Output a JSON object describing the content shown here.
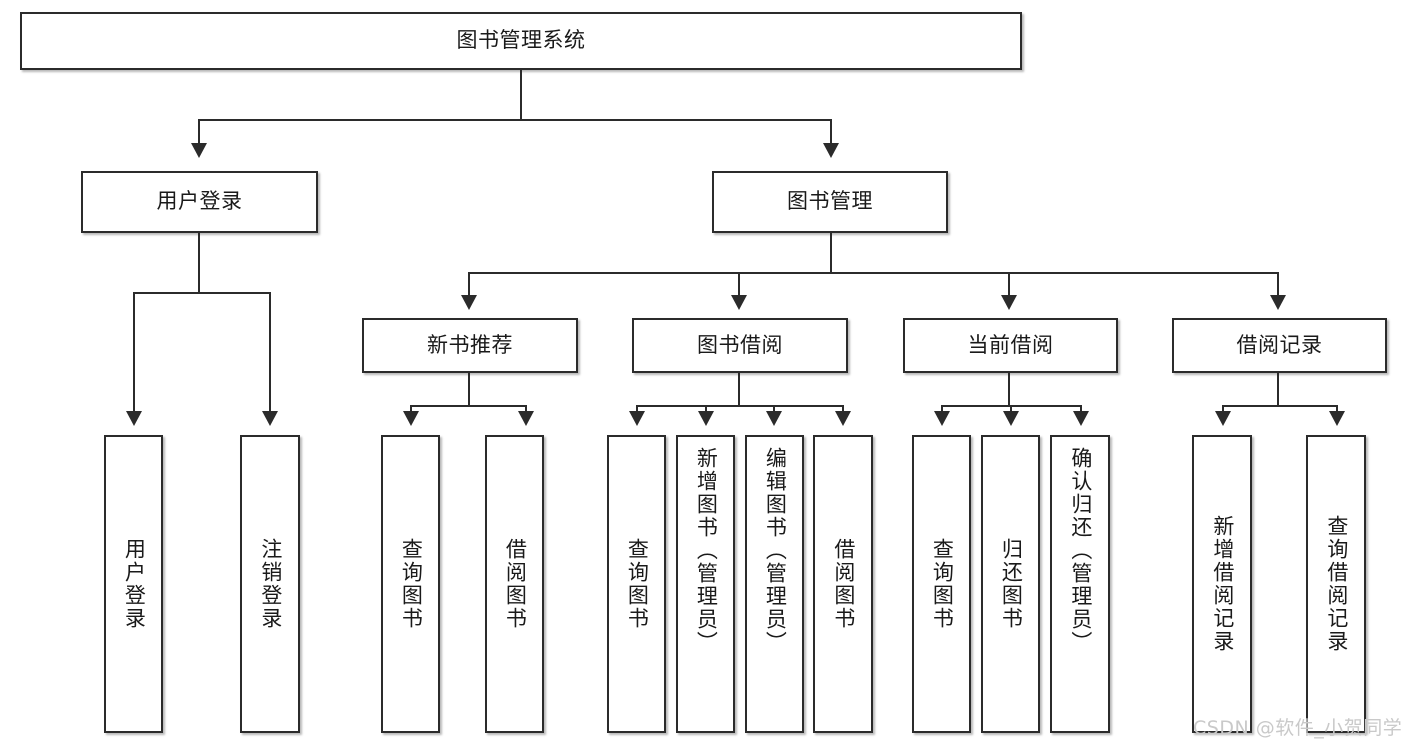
{
  "diagram": {
    "type": "hierarchy-tree",
    "title": "图书管理系统",
    "root": {
      "id": "root",
      "label": "图书管理系统"
    },
    "level1": [
      {
        "id": "user-login",
        "label": "用户登录"
      },
      {
        "id": "book-management",
        "label": "图书管理"
      }
    ],
    "level2": [
      {
        "id": "new-book-recommend",
        "label": "新书推荐",
        "parent": "book-management"
      },
      {
        "id": "book-borrow",
        "label": "图书借阅",
        "parent": "book-management"
      },
      {
        "id": "current-borrow",
        "label": "当前借阅",
        "parent": "book-management"
      },
      {
        "id": "borrow-record",
        "label": "借阅记录",
        "parent": "book-management"
      }
    ],
    "leaves": {
      "user_login": [
        {
          "id": "leaf-user-login",
          "label": "用户登录"
        },
        {
          "id": "leaf-user-logout",
          "label": "注销登录"
        }
      ],
      "new_book_recommend": [
        {
          "id": "leaf-query-book-1",
          "label": "查询图书"
        },
        {
          "id": "leaf-borrow-book-1",
          "label": "借阅图书"
        }
      ],
      "book_borrow": [
        {
          "id": "leaf-query-book-2",
          "label": "查询图书"
        },
        {
          "id": "leaf-add-book",
          "label": "新增图书（管理员）"
        },
        {
          "id": "leaf-edit-book",
          "label": "编辑图书（管理员）"
        },
        {
          "id": "leaf-borrow-book-2",
          "label": "借阅图书"
        }
      ],
      "current_borrow": [
        {
          "id": "leaf-query-book-3",
          "label": "查询图书"
        },
        {
          "id": "leaf-return-book",
          "label": "归还图书"
        },
        {
          "id": "leaf-confirm-return",
          "label": "确认归还（管理员）"
        }
      ],
      "borrow_record": [
        {
          "id": "leaf-add-record",
          "label": "新增借阅记录"
        },
        {
          "id": "leaf-query-record",
          "label": "查询借阅记录"
        }
      ]
    }
  },
  "watermark": {
    "text": "CSDN @软件_小贺同学",
    "color": "#c9c9c9"
  },
  "colors": {
    "box_border": "#2b2b2b",
    "box_fill": "#ffffff",
    "text": "#1a1a1a",
    "connector": "#2b2b2b",
    "background": "#ffffff"
  }
}
